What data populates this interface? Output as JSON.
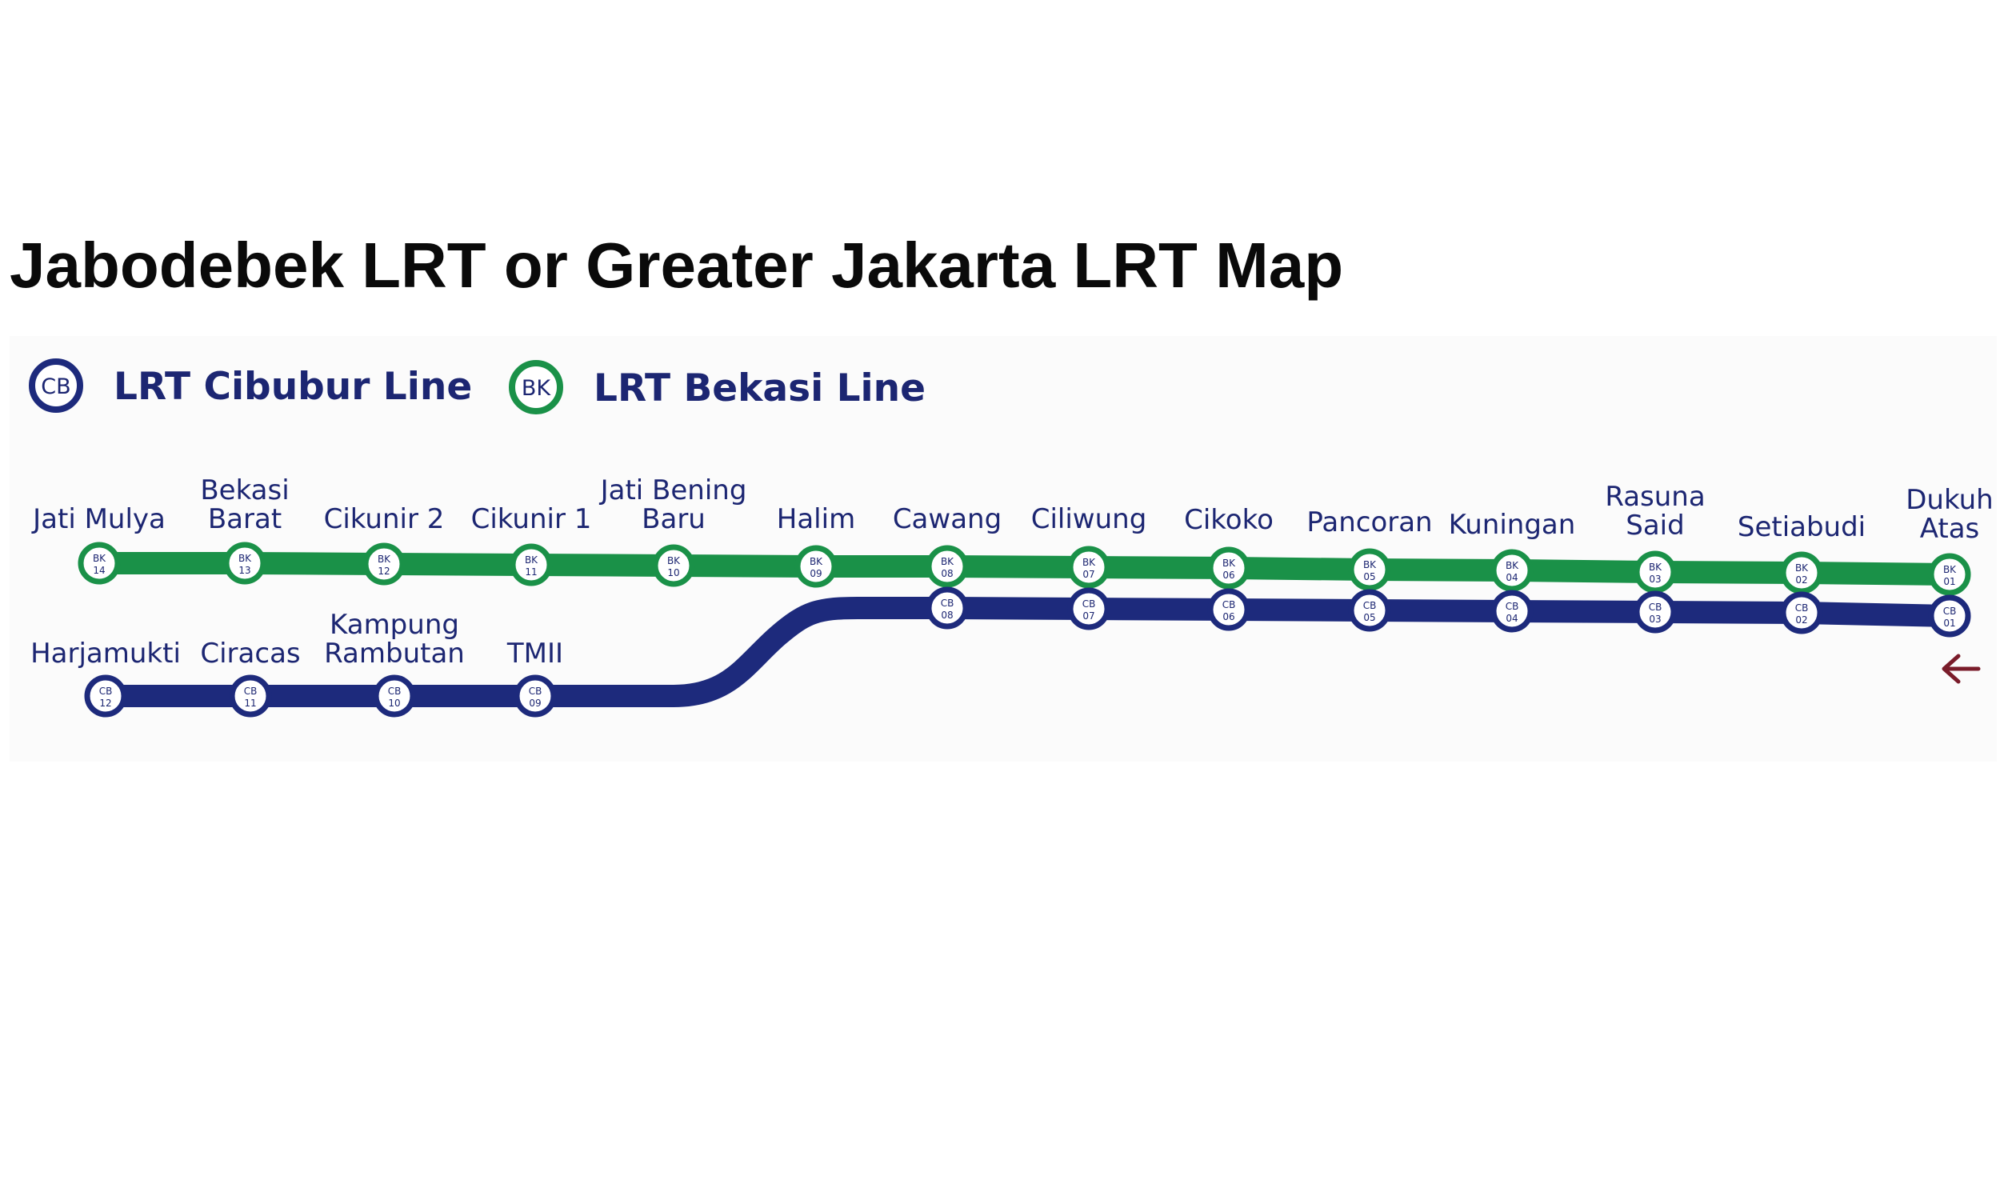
{
  "title": "Jabodebek LRT or Greater Jakarta LRT Map",
  "colors": {
    "bekasi_line": "#1a9148",
    "cibubur_line": "#1d2a7c",
    "label_text": "#1c2672",
    "direction_arrow": "#7a1c2a"
  },
  "legend": [
    {
      "badge": "CB",
      "label": "LRT Cibubur Line",
      "color": "#1d2a7c"
    },
    {
      "badge": "BK",
      "label": "LRT Bekasi Line",
      "color": "#1a9148"
    }
  ],
  "direction_arrow_icon": "left-arrow",
  "lines": {
    "bekasi": {
      "badge": "BK",
      "stations": [
        {
          "name": [
            "Jati Mulya"
          ],
          "code": "14"
        },
        {
          "name": [
            "Bekasi",
            "Barat"
          ],
          "code": "13"
        },
        {
          "name": [
            "Cikunir 2"
          ],
          "code": "12"
        },
        {
          "name": [
            "Cikunir 1"
          ],
          "code": "11"
        },
        {
          "name": [
            "Jati Bening",
            "Baru"
          ],
          "code": "10"
        },
        {
          "name": [
            "Halim"
          ],
          "code": "09"
        },
        {
          "name": [
            "Cawang"
          ],
          "code": "08"
        },
        {
          "name": [
            "Ciliwung"
          ],
          "code": "07"
        },
        {
          "name": [
            "Cikoko"
          ],
          "code": "06"
        },
        {
          "name": [
            "Pancoran"
          ],
          "code": "05"
        },
        {
          "name": [
            "Kuningan"
          ],
          "code": "04"
        },
        {
          "name": [
            "Rasuna",
            "Said"
          ],
          "code": "03"
        },
        {
          "name": [
            "Setiabudi"
          ],
          "code": "02"
        },
        {
          "name": [
            "Dukuh",
            "Atas"
          ],
          "code": "01"
        }
      ]
    },
    "cibubur": {
      "badge": "CB",
      "stations": [
        {
          "name": [
            "Harjamukti"
          ],
          "code": "12"
        },
        {
          "name": [
            "Ciracas"
          ],
          "code": "11"
        },
        {
          "name": [
            "Kampung",
            "Rambutan"
          ],
          "code": "10"
        },
        {
          "name": [
            "TMII"
          ],
          "code": "09"
        },
        {
          "name": [],
          "code": "08"
        },
        {
          "name": [],
          "code": "07"
        },
        {
          "name": [],
          "code": "06"
        },
        {
          "name": [],
          "code": "05"
        },
        {
          "name": [],
          "code": "04"
        },
        {
          "name": [],
          "code": "03"
        },
        {
          "name": [],
          "code": "02"
        },
        {
          "name": [],
          "code": "01"
        }
      ]
    }
  }
}
